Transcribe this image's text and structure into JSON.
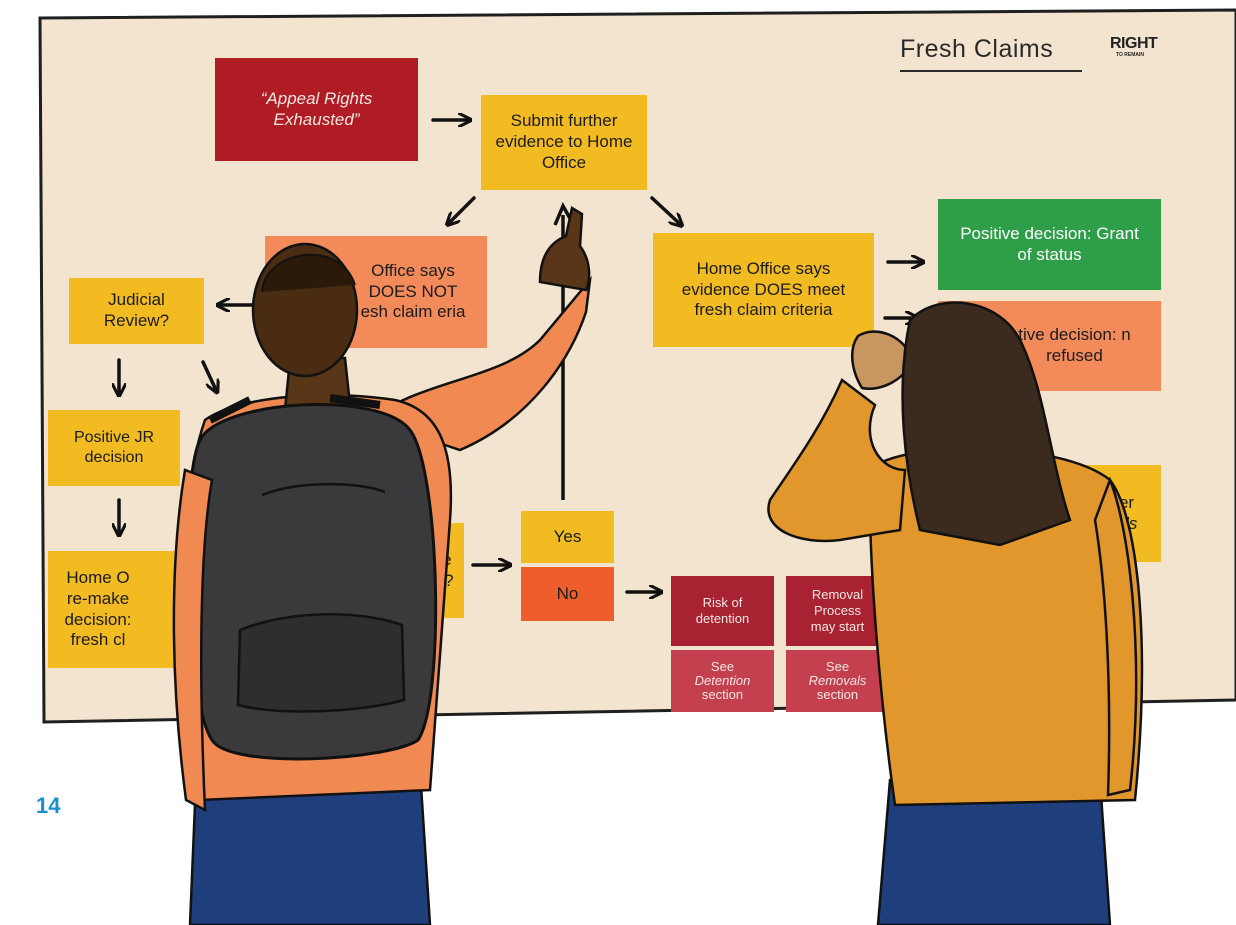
{
  "board": {
    "title": "Fresh Claims",
    "logo_line1": "RIGHT",
    "logo_line2": "TO REMAIN"
  },
  "boxes": {
    "appeal_rights": "“Appeal Rights Exhausted”",
    "submit_evidence": "Submit further evidence to Home Office",
    "does_not_meet": "Office says DOES NOT esh claim eria",
    "judicial_review": "Judicial Review?",
    "positive_jr": "Positive JR decision",
    "home_office_remake": "Home O re-make decision: fresh cl",
    "does_meet": "Home Office says evidence DOES meet fresh claim criteria",
    "grant_status": "Positive decision: Grant of status",
    "negative_decision": "tive decision: n refused",
    "further_question": "er e to t?",
    "yes": "Yes",
    "no": "No",
    "risk_detention": "Risk of detention",
    "removal_process": "Removal Process may start",
    "see_detention_1": "See",
    "see_detention_2": "Detention",
    "see_detention_3": "section",
    "see_removals_1": "See",
    "see_removals_2": "Removals",
    "see_removals_3": "section",
    "right_partial_1": "er",
    "right_partial_2": "als"
  },
  "page_number": "14",
  "colors": {
    "board_background": "#f2e4cf",
    "yellow": "#f2bb22",
    "salmon": "#f28a5a",
    "red": "#b01c24",
    "green": "#2e9e48",
    "page_number": "#1a8fcf"
  }
}
